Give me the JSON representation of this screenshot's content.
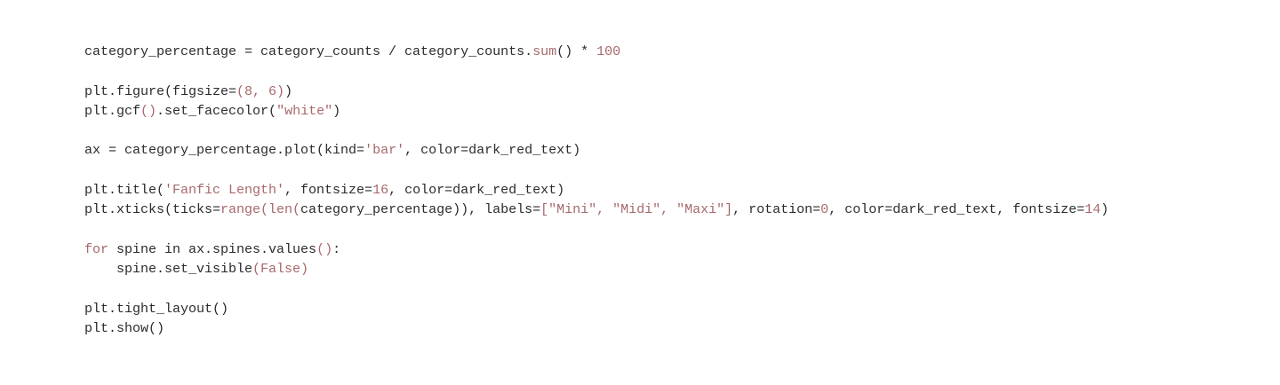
{
  "colors": {
    "plain": "#2b2b2b",
    "literal": "#a8686b"
  },
  "lines": [
    {
      "segments": [
        {
          "text": "category_percentage = category_counts / category_counts.",
          "kind": "plain"
        },
        {
          "text": "sum",
          "kind": "lit"
        },
        {
          "text": "() * ",
          "kind": "plain"
        },
        {
          "text": "100",
          "kind": "lit"
        }
      ]
    },
    {
      "segments": []
    },
    {
      "segments": [
        {
          "text": "plt.figure(figsize=",
          "kind": "plain"
        },
        {
          "text": "(8, 6)",
          "kind": "lit"
        },
        {
          "text": ")",
          "kind": "plain"
        }
      ]
    },
    {
      "segments": [
        {
          "text": "plt.gcf",
          "kind": "plain"
        },
        {
          "text": "()",
          "kind": "lit"
        },
        {
          "text": ".set_facecolor(",
          "kind": "plain"
        },
        {
          "text": "\"white\"",
          "kind": "lit"
        },
        {
          "text": ")",
          "kind": "plain"
        }
      ]
    },
    {
      "segments": []
    },
    {
      "segments": [
        {
          "text": "ax = category_percentage.plot(kind=",
          "kind": "plain"
        },
        {
          "text": "'bar'",
          "kind": "lit"
        },
        {
          "text": ", color=dark_red_text)",
          "kind": "plain"
        }
      ]
    },
    {
      "segments": []
    },
    {
      "segments": [
        {
          "text": "plt.title(",
          "kind": "plain"
        },
        {
          "text": "'Fanfic Length'",
          "kind": "lit"
        },
        {
          "text": ", fontsize=",
          "kind": "plain"
        },
        {
          "text": "16",
          "kind": "lit"
        },
        {
          "text": ", color=dark_red_text)",
          "kind": "plain"
        }
      ]
    },
    {
      "segments": [
        {
          "text": "plt.xticks(ticks=",
          "kind": "plain"
        },
        {
          "text": "range(len(",
          "kind": "lit"
        },
        {
          "text": "category_percentage)), labels=",
          "kind": "plain"
        },
        {
          "text": "[\"Mini\", \"Midi\", \"Maxi\"]",
          "kind": "lit"
        },
        {
          "text": ", rotation=",
          "kind": "plain"
        },
        {
          "text": "0",
          "kind": "lit"
        },
        {
          "text": ", color=dark_red_text, fontsize=",
          "kind": "plain"
        },
        {
          "text": "14",
          "kind": "lit"
        },
        {
          "text": ")",
          "kind": "plain"
        }
      ]
    },
    {
      "segments": []
    },
    {
      "segments": [
        {
          "text": "for",
          "kind": "lit"
        },
        {
          "text": " spine in ax.spines.values",
          "kind": "plain"
        },
        {
          "text": "()",
          "kind": "lit"
        },
        {
          "text": ":",
          "kind": "plain"
        }
      ]
    },
    {
      "segments": [
        {
          "text": "    spine.set_visible",
          "kind": "plain"
        },
        {
          "text": "(False)",
          "kind": "lit"
        }
      ]
    },
    {
      "segments": []
    },
    {
      "segments": [
        {
          "text": "plt.tight_layout()",
          "kind": "plain"
        }
      ]
    },
    {
      "segments": [
        {
          "text": "plt.show()",
          "kind": "plain"
        }
      ]
    }
  ]
}
